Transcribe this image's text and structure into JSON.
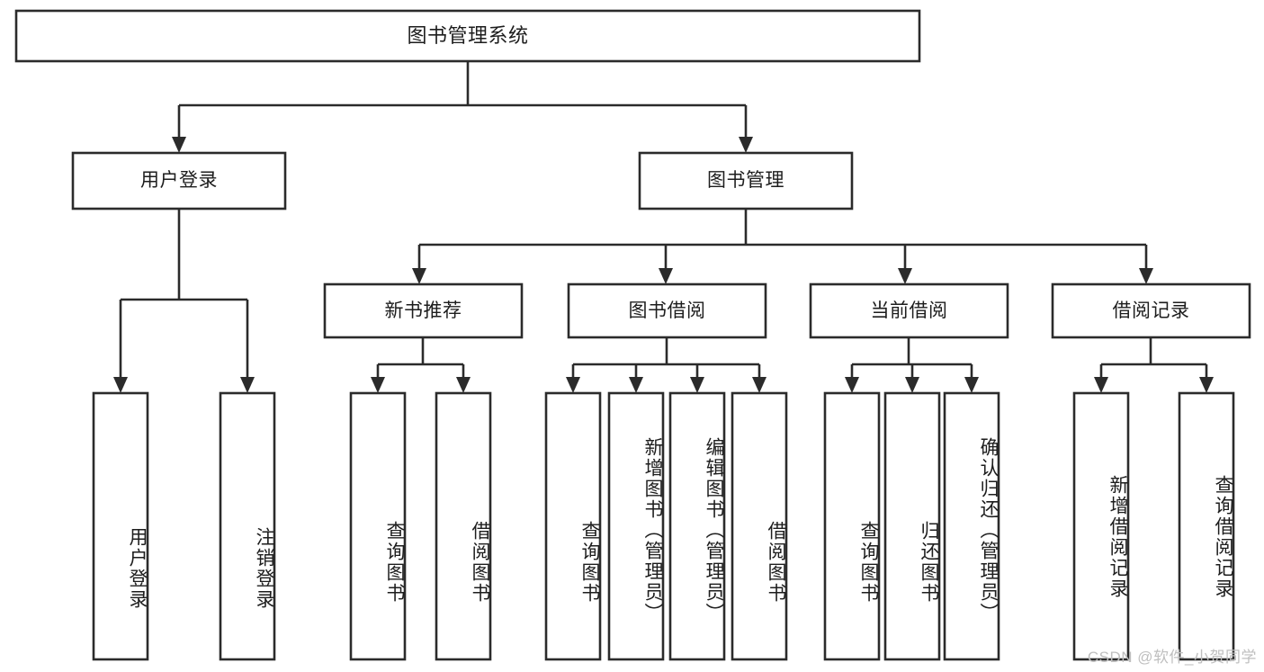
{
  "diagram": {
    "type": "hierarchy-tree",
    "title": "图书管理系统",
    "root": {
      "id": "root",
      "label": "图书管理系统",
      "level": 1
    },
    "level2": [
      {
        "id": "user-login",
        "label": "用户登录"
      },
      {
        "id": "book-manage",
        "label": "图书管理"
      }
    ],
    "level3": [
      {
        "id": "new-book-recommend",
        "label": "新书推荐",
        "parent": "book-manage"
      },
      {
        "id": "book-borrow",
        "label": "图书借阅",
        "parent": "book-manage"
      },
      {
        "id": "current-borrow",
        "label": "当前借阅",
        "parent": "book-manage"
      },
      {
        "id": "borrow-record",
        "label": "借阅记录",
        "parent": "book-manage"
      }
    ],
    "leaves": [
      {
        "id": "leaf-user-login",
        "label": "用户登录",
        "parent": "user-login"
      },
      {
        "id": "leaf-logout",
        "label": "注销登录",
        "parent": "user-login"
      },
      {
        "id": "leaf-query-book-1",
        "label": "查询图书",
        "parent": "new-book-recommend"
      },
      {
        "id": "leaf-borrow-book-1",
        "label": "借阅图书",
        "parent": "new-book-recommend"
      },
      {
        "id": "leaf-query-book-2",
        "label": "查询图书",
        "parent": "book-borrow"
      },
      {
        "id": "leaf-add-book",
        "label": "新增图书（管理员）",
        "parent": "book-borrow"
      },
      {
        "id": "leaf-edit-book",
        "label": "编辑图书（管理员）",
        "parent": "book-borrow"
      },
      {
        "id": "leaf-borrow-book-2",
        "label": "借阅图书",
        "parent": "book-borrow"
      },
      {
        "id": "leaf-query-book-3",
        "label": "查询图书",
        "parent": "current-borrow"
      },
      {
        "id": "leaf-return-book",
        "label": "归还图书",
        "parent": "current-borrow"
      },
      {
        "id": "leaf-confirm-return",
        "label": "确认归还（管理员）",
        "parent": "current-borrow"
      },
      {
        "id": "leaf-add-record",
        "label": "新增借阅记录",
        "parent": "borrow-record"
      },
      {
        "id": "leaf-query-record",
        "label": "查询借阅记录",
        "parent": "borrow-record"
      }
    ],
    "watermark": "CSDN @软件_小贺同学",
    "colors": {
      "stroke": "#2b2b2b",
      "box_fill": "#ffffff",
      "text": "#1d1d1d",
      "background": "#ffffff",
      "watermark": "#bfbfbf"
    }
  }
}
